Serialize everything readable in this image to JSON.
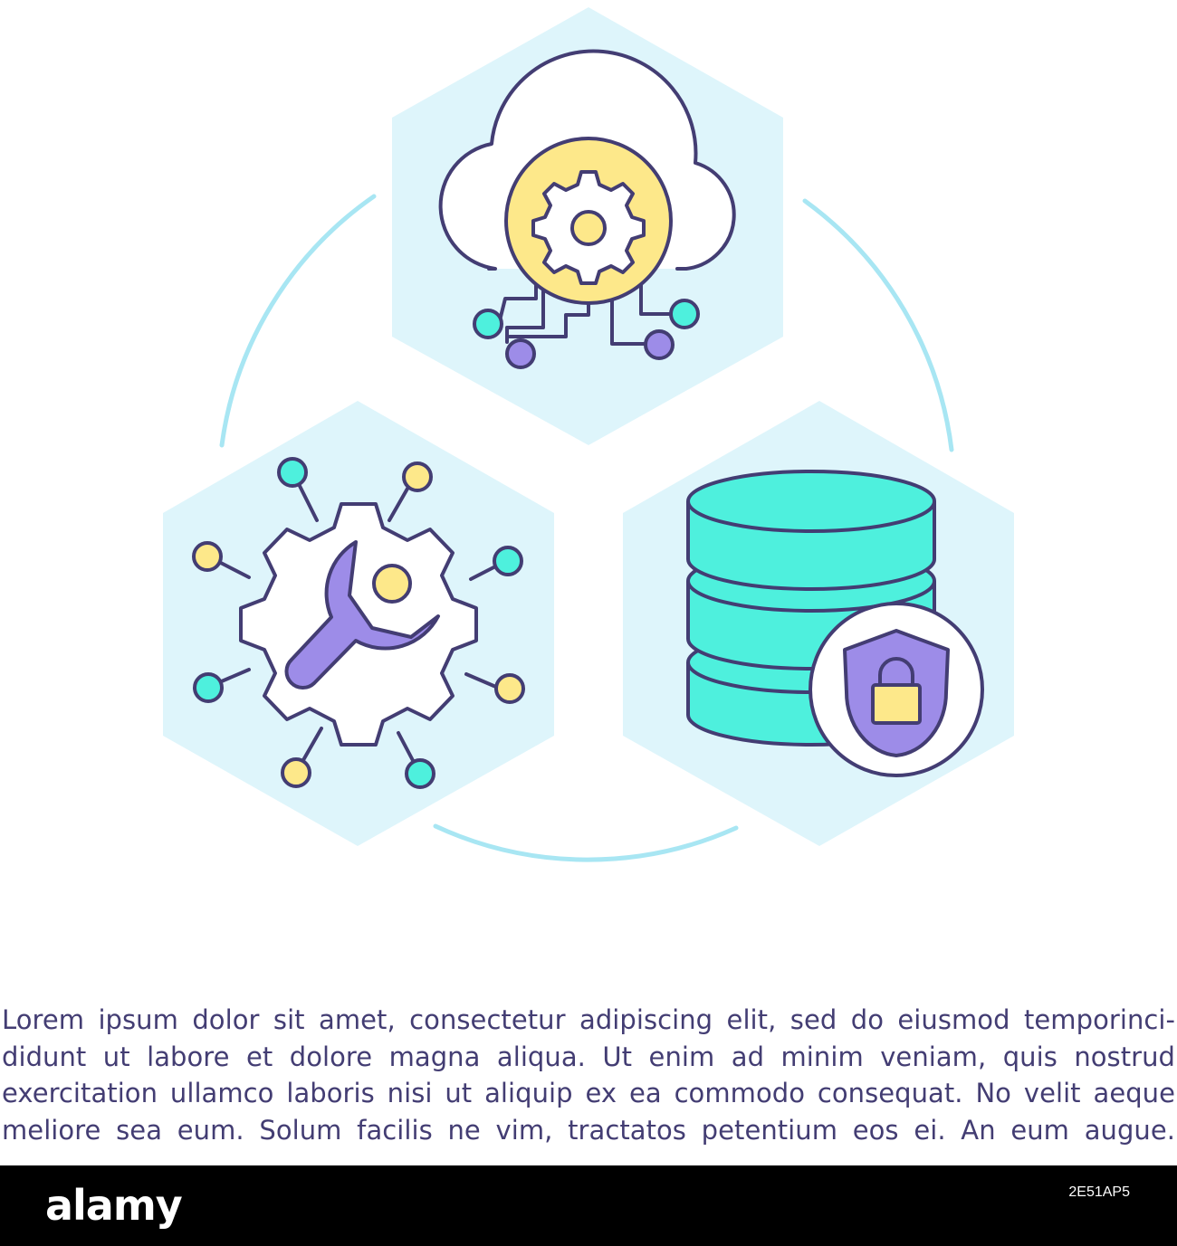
{
  "colors": {
    "outline": "#433d73",
    "hexagon_fill": "#def5fb",
    "ring": "#a8e6f3",
    "yellow": "#fde88a",
    "cyan": "#4ef0dd",
    "purple": "#9d8ce8",
    "white": "#ffffff",
    "footer_bg": "#000000"
  },
  "icons": {
    "top": "cloud-gear-icon",
    "left": "gear-wrench-icon",
    "right": "database-shield-lock-icon"
  },
  "caption": {
    "lines": [
      "Lorem ipsum dolor sit amet, consectetur adipiscing elit, sed do eiusmod temporinci-",
      "didunt ut labore et dolore magna aliqua. Ut enim ad minim veniam, quis nostrud",
      "exercitation ullamco laboris nisi ut aliquip ex ea commodo consequat. No velit aeque",
      "meliore sea eum. Solum facilis ne vim, tractatos petentium eos ei. An eum augue."
    ]
  },
  "footer": {
    "logo": "alamy",
    "image_id": "2E51AP5"
  }
}
